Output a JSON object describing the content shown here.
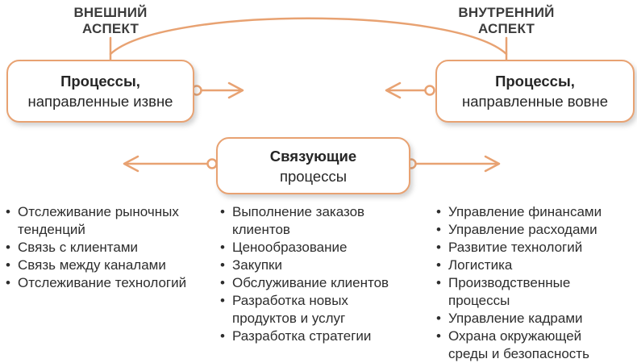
{
  "labels": {
    "external": "ВНЕШНИЙ\nАСПЕКТ",
    "internal": "ВНУТРЕННИЙ\nАСПЕКТ"
  },
  "boxes": {
    "left": {
      "title": "Процессы,",
      "subtitle": "направленные извне"
    },
    "right": {
      "title": "Процессы,",
      "subtitle": "направленные вовне"
    },
    "center": {
      "title": "Связующие",
      "subtitle": "процессы"
    }
  },
  "columns": [
    {
      "name": "external-processes",
      "items": [
        "Отслеживание рыночных\nтенденций",
        "Связь с клиентами",
        "Связь между каналами",
        "Отслеживание технологий"
      ]
    },
    {
      "name": "linking-processes",
      "items": [
        "Выполнение заказов\nклиентов",
        "Ценообразование",
        "Закупки",
        "Обслуживание клиентов",
        "Разработка новых\nпродуктов и услуг",
        "Разработка стратегии"
      ]
    },
    {
      "name": "internal-processes",
      "items": [
        "Управление финансами",
        "Управление расходами",
        "Развитие технологий",
        "Логистика",
        "Производственные\nпроцессы",
        "Управление кадрами",
        "Охрана окружающей\nсреды и безопасность"
      ]
    }
  ],
  "colors": {
    "accent": "#e8a272",
    "text": "#2d2d2d"
  }
}
